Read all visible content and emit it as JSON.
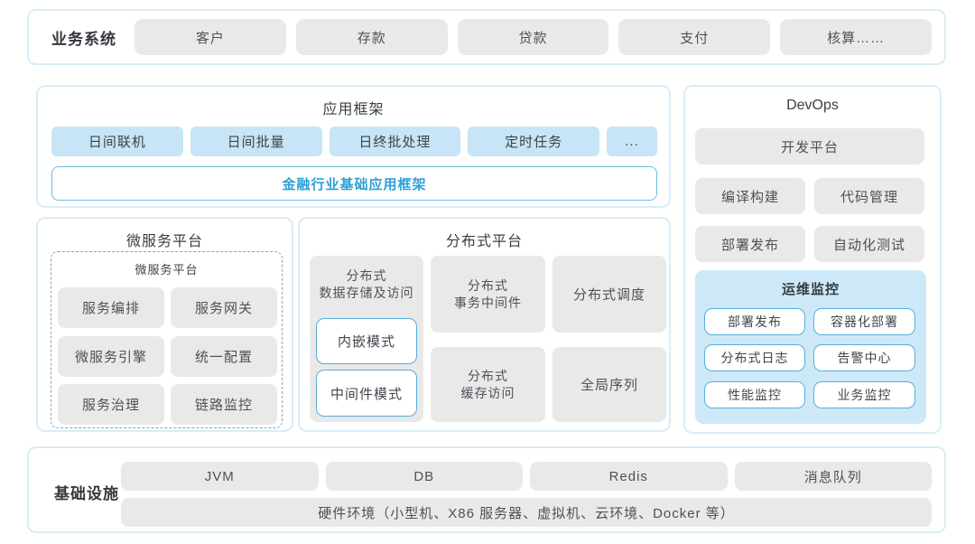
{
  "colors": {
    "section_border": "#d9edf7",
    "gray_box": "#e9e9ea",
    "blue_box": "#c7e5f6",
    "monitor_panel": "#cde9f8",
    "outlined_box_border": "#57aed9",
    "accent_text": "#2ba1d7"
  },
  "business_system": {
    "label": "业务系统",
    "items": [
      "客户",
      "存款",
      "贷款",
      "支付",
      "核算……"
    ]
  },
  "app_framework": {
    "title": "应用框架",
    "modules": [
      "日间联机",
      "日间批量",
      "日终批处理",
      "定时任务",
      "..."
    ],
    "base": "金融行业基础应用框架"
  },
  "devops": {
    "title": "DevOps",
    "platform": "开发平台",
    "tools": [
      "编译构建",
      "代码管理",
      "部署发布",
      "自动化测试"
    ],
    "ops_monitor": {
      "title": "运维监控",
      "items": [
        "部署发布",
        "容器化部署",
        "分布式日志",
        "告警中心",
        "性能监控",
        "业务监控"
      ]
    }
  },
  "microservice": {
    "title": "微服务平台",
    "inner_title": "微服务平台",
    "items": [
      "服务编排",
      "服务网关",
      "微服务引擎",
      "统一配置",
      "服务治理",
      "链路监控"
    ]
  },
  "distributed": {
    "title": "分布式平台",
    "storage": {
      "label": "分布式\n数据存储及访问",
      "modes": [
        "内嵌模式",
        "中间件模式"
      ]
    },
    "cells": [
      "分布式\n事务中间件",
      "分布式调度",
      "分布式\n缓存访问",
      "全局序列"
    ]
  },
  "infrastructure": {
    "label": "基础设施",
    "items": [
      "JVM",
      "DB",
      "Redis",
      "消息队列"
    ],
    "hardware": "硬件环境（小型机、X86 服务器、虚拟机、云环境、Docker 等）"
  }
}
